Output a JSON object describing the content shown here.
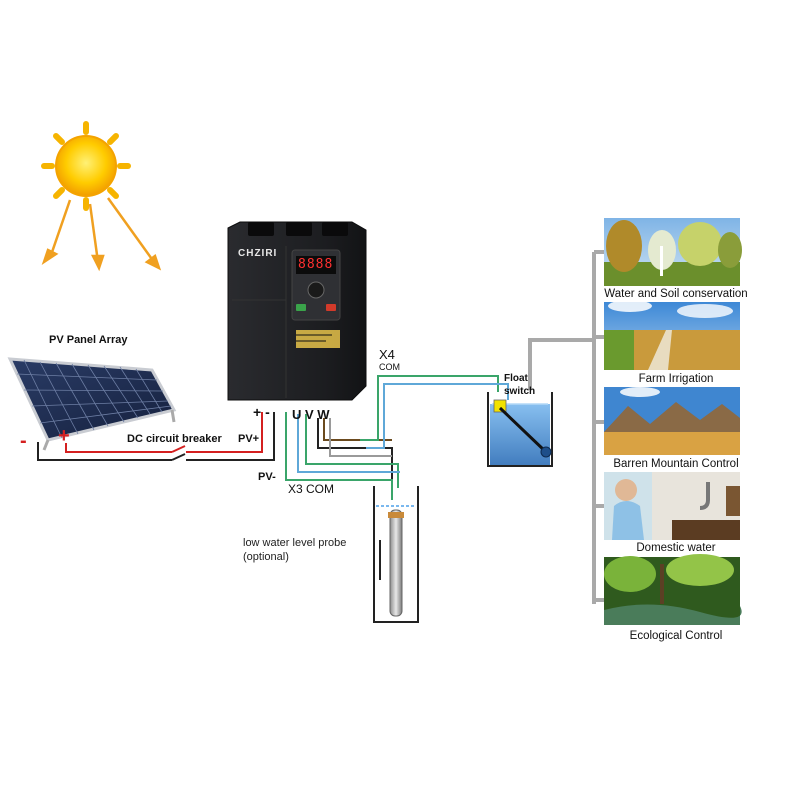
{
  "brand": "CHZIRI",
  "inverter_display": "8888",
  "labels": {
    "pv_panel_array": "PV Panel Array",
    "minus": "-",
    "plus": "+",
    "dc_breaker": "DC circuit breaker",
    "pv_plus": "PV+",
    "pv_minus": "PV-",
    "terminal_plus_minus": "+ -",
    "uvw": "U V W",
    "x4": "X4",
    "com_x4": "COM",
    "x3_com": "X3 COM",
    "float_switch_line1": "Float",
    "float_switch_line2": "switch",
    "probe_line1": "low water level probe",
    "probe_line2": "(optional)"
  },
  "applications": [
    {
      "label": "Water and Soil conservation",
      "scene": "forest-meadow"
    },
    {
      "label": "Farm Irrigation",
      "scene": "farm-road"
    },
    {
      "label": "Barren Mountain Control",
      "scene": "mountains"
    },
    {
      "label": "Domestic water",
      "scene": "kitchen-tap"
    },
    {
      "label": "Ecological Control",
      "scene": "green-stream"
    }
  ],
  "colors": {
    "wire_red": "#d42020",
    "wire_black": "#222222",
    "wire_green": "#3aa56a",
    "wire_blue": "#5fa8d8",
    "wire_brown": "#6b4a1e",
    "wire_gray": "#9a9a9a",
    "sun": "#f6b400",
    "sun_ray": "#f0a020",
    "inverter_body": "#1e1f22",
    "tank_water": "#4a8fd6"
  }
}
